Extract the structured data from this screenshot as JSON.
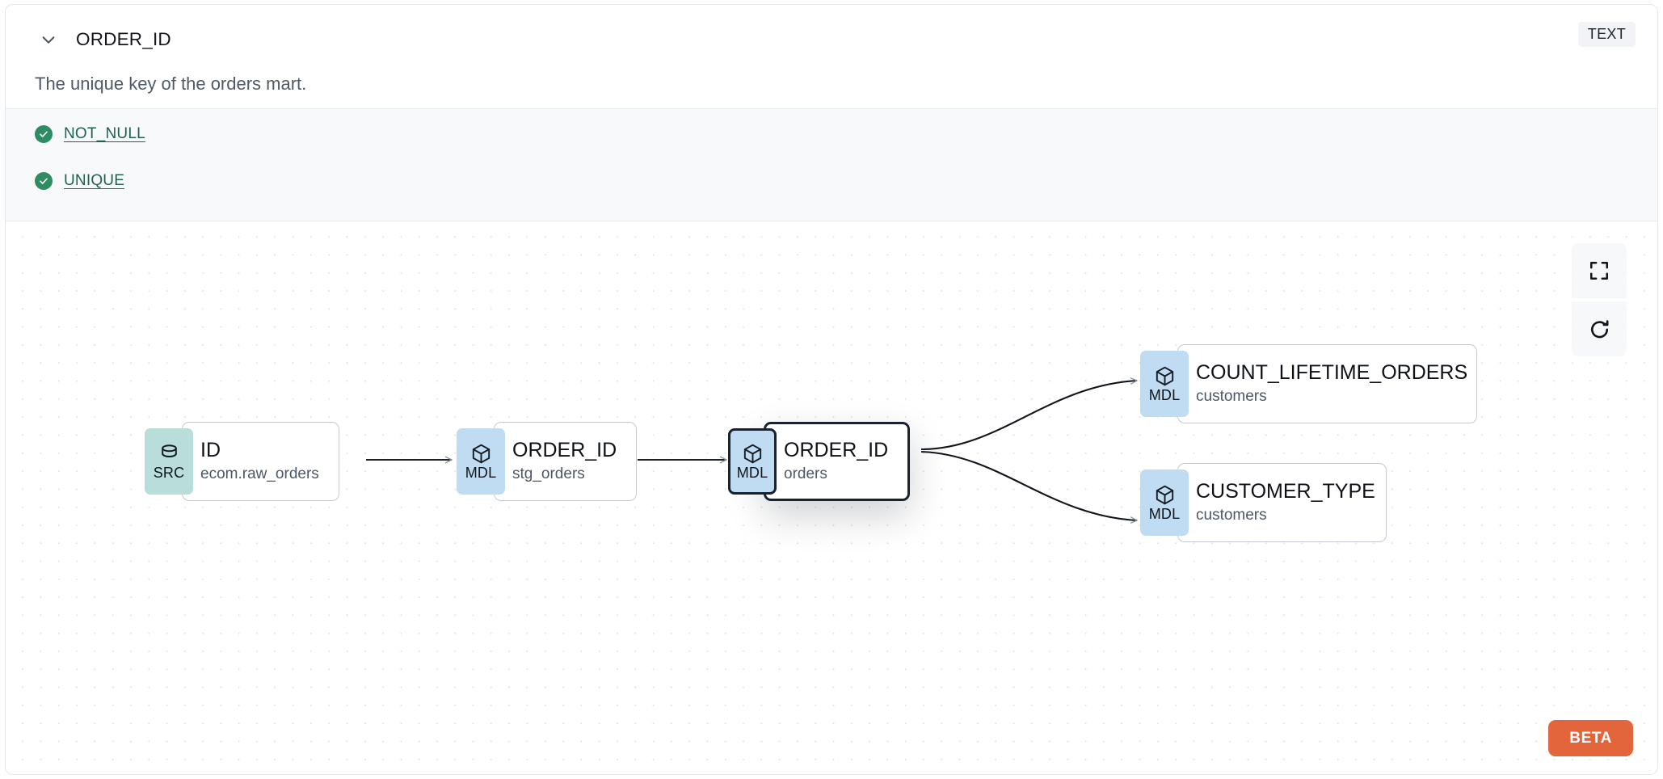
{
  "header": {
    "chevron_icon": "chevron-down-icon",
    "column_name": "ORDER_ID",
    "type_badge": "TEXT",
    "description": "The unique key of the orders mart."
  },
  "tests": {
    "items": [
      {
        "status_icon": "check-circle-icon",
        "label": "NOT_NULL"
      },
      {
        "status_icon": "check-circle-icon",
        "label": "UNIQUE"
      }
    ]
  },
  "lineage": {
    "controls": [
      {
        "name": "fit-view-button",
        "icon": "fullscreen-icon"
      },
      {
        "name": "refresh-button",
        "icon": "refresh-icon"
      }
    ],
    "beta_label": "BETA",
    "nodes": [
      {
        "id": "src-id",
        "badge": "SRC",
        "badge_icon": "database-icon",
        "name": "ID",
        "source": "ecom.raw_orders",
        "selected": false
      },
      {
        "id": "mdl-stg-orders",
        "badge": "MDL",
        "badge_icon": "cube-icon",
        "name": "ORDER_ID",
        "source": "stg_orders",
        "selected": false
      },
      {
        "id": "mdl-orders",
        "badge": "MDL",
        "badge_icon": "cube-icon",
        "name": "ORDER_ID",
        "source": "orders",
        "selected": true
      },
      {
        "id": "mdl-count-lifetime-orders",
        "badge": "MDL",
        "badge_icon": "cube-icon",
        "name": "COUNT_LIFETIME_ORDERS",
        "source": "customers",
        "selected": false
      },
      {
        "id": "mdl-customer-type",
        "badge": "MDL",
        "badge_icon": "cube-icon",
        "name": "CUSTOMER_TYPE",
        "source": "customers",
        "selected": false
      }
    ],
    "edges": [
      {
        "from": "src-id",
        "to": "mdl-stg-orders"
      },
      {
        "from": "mdl-stg-orders",
        "to": "mdl-orders"
      },
      {
        "from": "mdl-orders",
        "to": "mdl-count-lifetime-orders"
      },
      {
        "from": "mdl-orders",
        "to": "mdl-customer-type"
      }
    ]
  },
  "colors": {
    "src_badge": "#b9ddd8",
    "mdl_badge": "#bfdcf3",
    "test_pass": "#2e8b62",
    "test_link": "#1d6153",
    "beta": "#e2653c",
    "selected_border": "#1a2230"
  }
}
